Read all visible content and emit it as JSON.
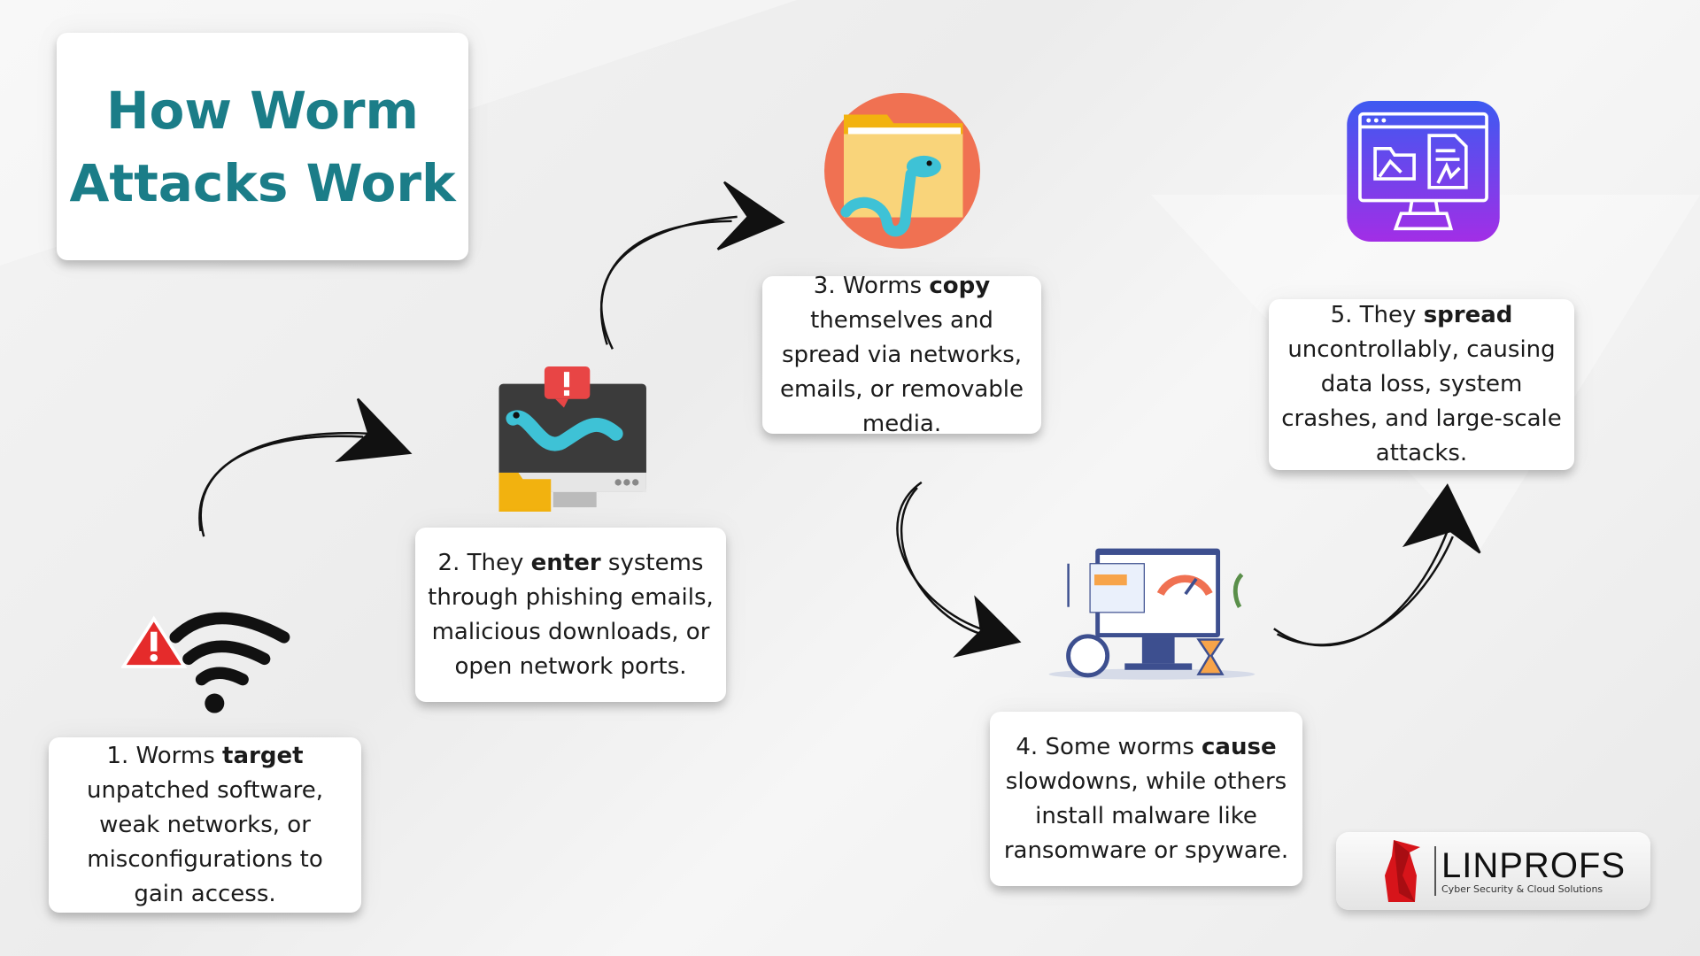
{
  "title": "How Worm Attacks Work",
  "steps": [
    {
      "pre": "1. Worms ",
      "bold": "target",
      "post": " unpatched software, weak networks, or misconfigurations to gain access.",
      "icon": "wifi-warning-icon"
    },
    {
      "pre": "2. They ",
      "bold": "enter",
      "post": " systems through phishing emails, malicious downloads, or open network ports.",
      "icon": "infected-monitor-icon"
    },
    {
      "pre": "3. Worms ",
      "bold": "copy",
      "post": " themselves and spread via networks, emails, or removable media.",
      "icon": "worm-folder-icon"
    },
    {
      "pre": "4. Some worms ",
      "bold": "cause",
      "post": " slowdowns, while others install malware like ransomware or spyware.",
      "icon": "slow-dashboard-icon"
    },
    {
      "pre": "5. They ",
      "bold": "spread",
      "post": " uncontrollably, causing data loss, system crashes, and large-scale attacks.",
      "icon": "compromised-computer-icon"
    }
  ],
  "logo": {
    "name": "LINPROFS",
    "tagline": "Cyber Security & Cloud Solutions"
  },
  "colors": {
    "title": "#1b7d88",
    "warning": "#e52b2b",
    "folder": "#f7c948",
    "circle": "#f07152",
    "worm": "#3ec2d6",
    "purple": "#6a3df0"
  }
}
